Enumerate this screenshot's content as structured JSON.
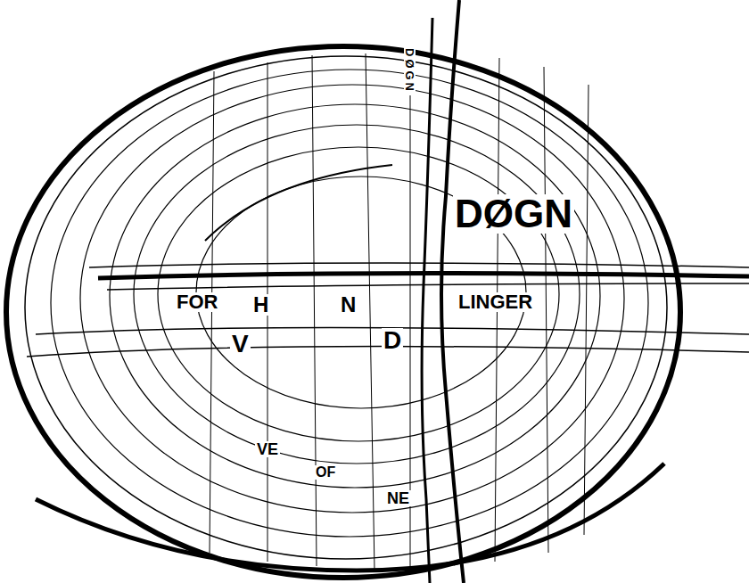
{
  "diagram": {
    "labels": [
      "DØGN",
      "DØGN",
      "FOR",
      "H",
      "N",
      "LINGER",
      "V",
      "D",
      "VE",
      "OF",
      "NE"
    ]
  }
}
